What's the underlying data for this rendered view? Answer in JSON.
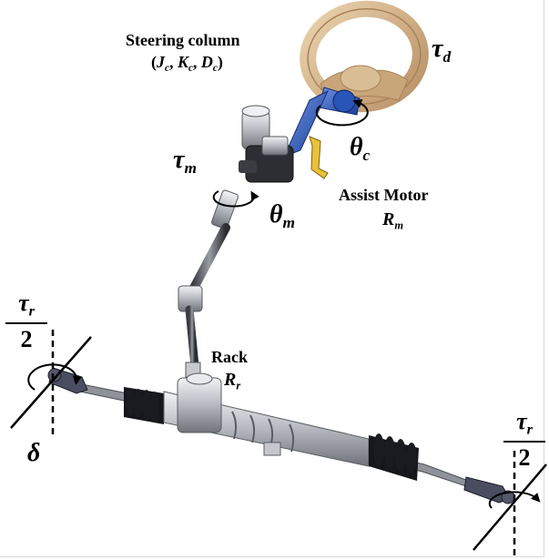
{
  "title": {
    "line1": "Steering column",
    "params": {
      "J": "J",
      "J_sub": "c",
      "K": "K",
      "K_sub": "c",
      "D": "D",
      "D_sub": "c"
    }
  },
  "symbols": {
    "tau_d": {
      "base": "τ",
      "sub": "d"
    },
    "tau_m": {
      "base": "τ",
      "sub": "m"
    },
    "theta_c": {
      "base": "θ",
      "sub": "c"
    },
    "theta_m": {
      "base": "θ",
      "sub": "m"
    },
    "delta": "δ",
    "tau_r_left": {
      "base": "τ",
      "sub": "r",
      "den": "2"
    },
    "tau_r_right": {
      "base": "τ",
      "sub": "r",
      "den": "2"
    }
  },
  "assist_motor": {
    "label": "Assist Motor",
    "R": "R",
    "R_sub": "m"
  },
  "rack": {
    "label": "Rack",
    "R": "R",
    "R_sub": "r"
  },
  "colors": {
    "wheel": "#d8b98c",
    "wheel_dark": "#b8956a",
    "column_blue": "#2a55b8",
    "metal": "#b9bcc2",
    "dark": "#1f2126",
    "boot": "#15161a"
  }
}
